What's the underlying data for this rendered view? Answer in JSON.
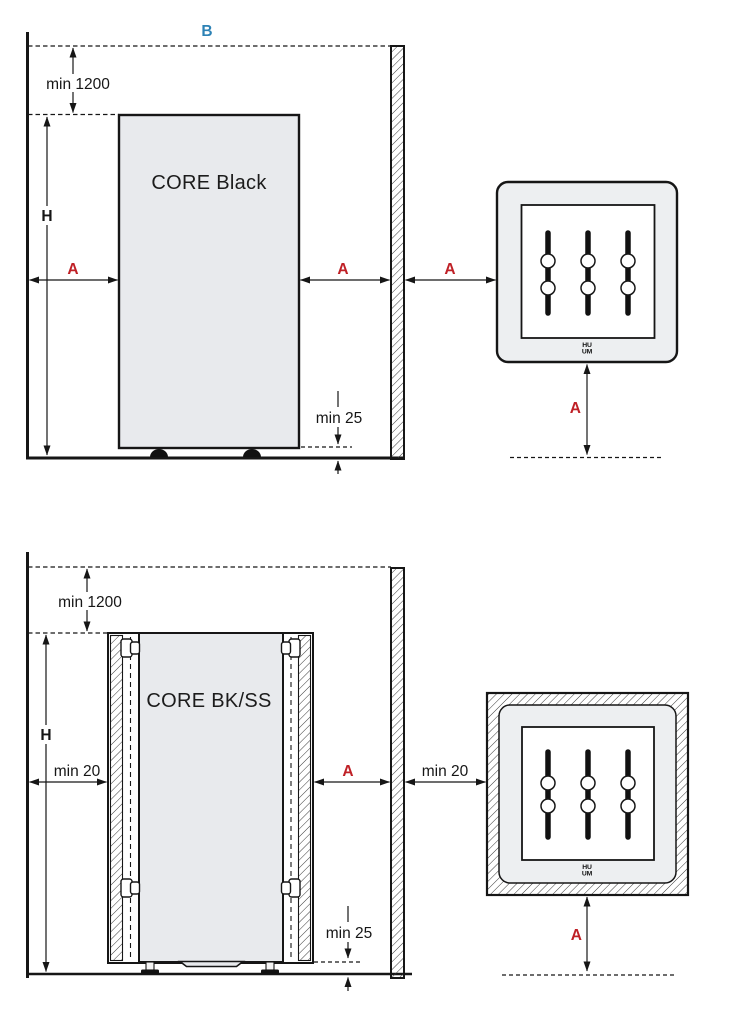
{
  "colors": {
    "dimension_accent_red": "#bf2026",
    "ceiling_label_blue": "#2d82b5",
    "line_black": "#161616",
    "unit_fill_gray": "#e8eaed",
    "panel_fill_gray": "#edeff1"
  },
  "logo": {
    "top": "HU",
    "bottom": "UM"
  },
  "figure_core_black": {
    "product": "CORE Black",
    "label_b": "B",
    "dim_ceiling": "min 1200",
    "dim_height": "H",
    "dim_side_left": "A",
    "dim_side_right": "A",
    "dim_wall_gap": "A",
    "dim_floor_gap": "min 25",
    "dim_bench_gap": "A"
  },
  "figure_core_bkss": {
    "product": "CORE BK/SS",
    "dim_ceiling": "min 1200",
    "dim_height": "H",
    "dim_side_left": "min 20",
    "dim_side_right": "A",
    "dim_wall_gap": "min 20",
    "dim_floor_gap": "min 25",
    "dim_bench_gap": "A"
  }
}
